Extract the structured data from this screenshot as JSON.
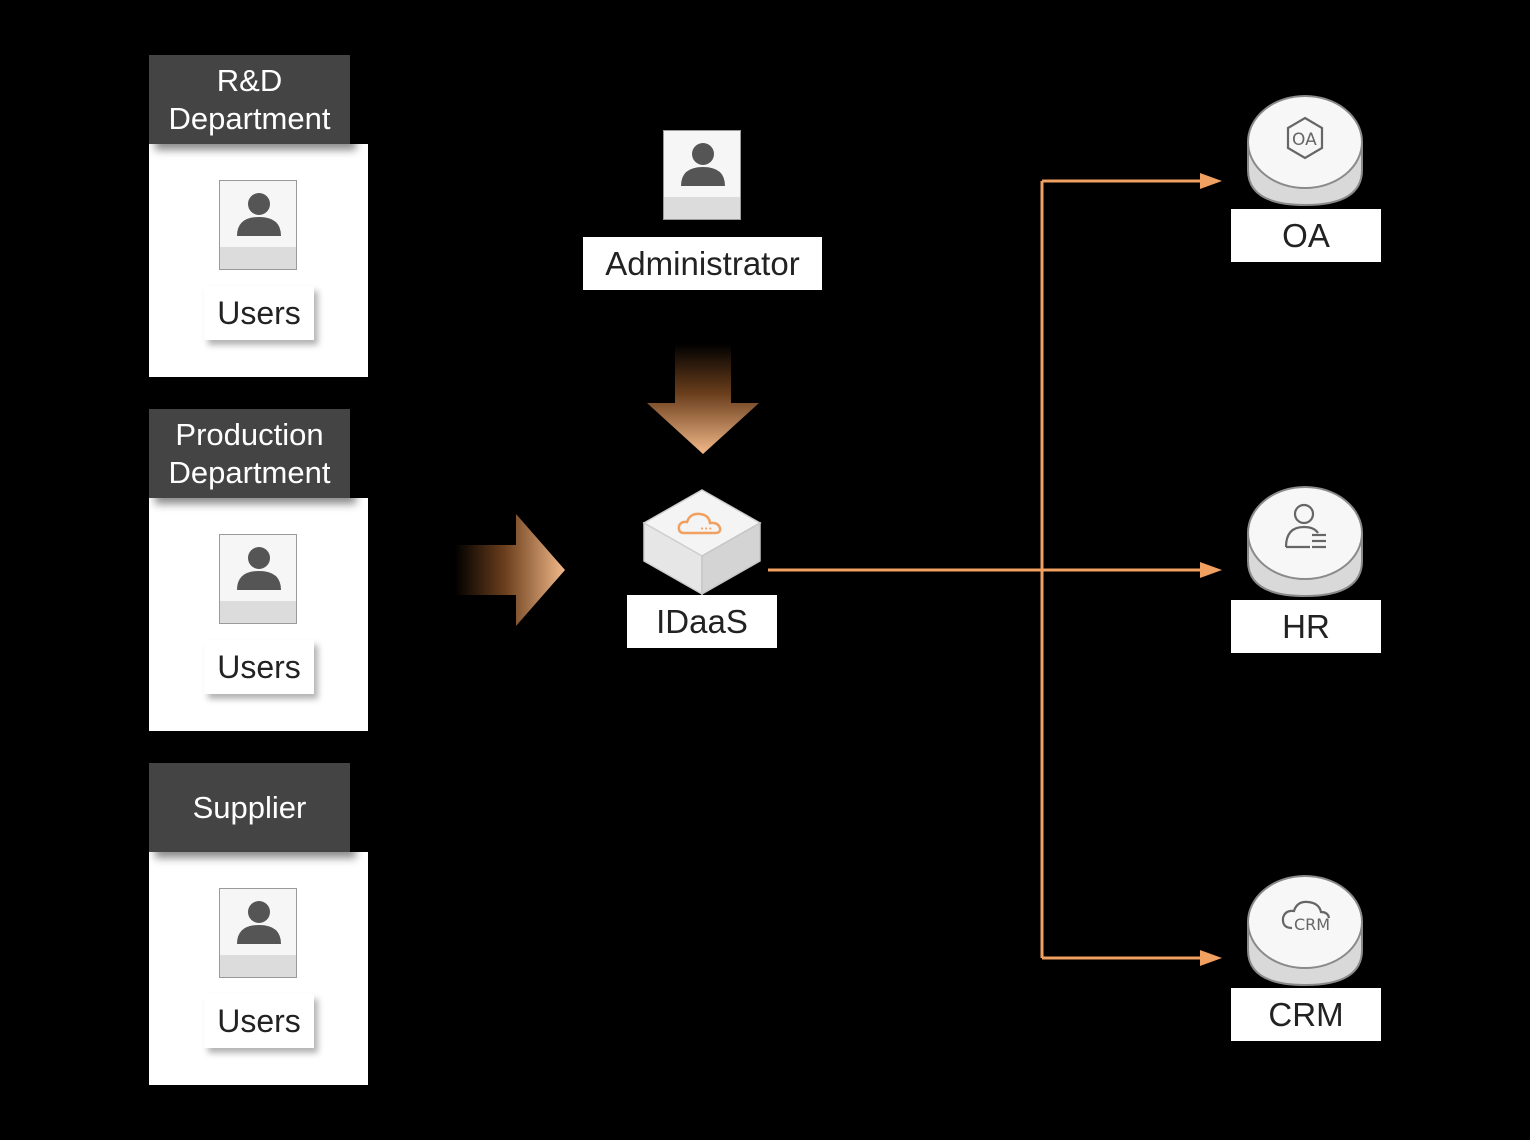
{
  "groups": [
    {
      "title": "R&D\nDepartment",
      "user_label": "Users"
    },
    {
      "title": "Production\nDepartment",
      "user_label": "Users"
    },
    {
      "title": "Supplier",
      "user_label": "Users"
    }
  ],
  "admin": {
    "label": "Administrator"
  },
  "idaas": {
    "label": "IDaaS"
  },
  "apps": [
    {
      "label": "OA",
      "icon": "oa-icon"
    },
    {
      "label": "HR",
      "icon": "hr-user-icon"
    },
    {
      "label": "CRM",
      "icon": "crm-cloud-icon"
    }
  ],
  "colors": {
    "accent": "#f0a060",
    "arrow_light": "#f2b98a",
    "tab_gray": "#444444"
  }
}
